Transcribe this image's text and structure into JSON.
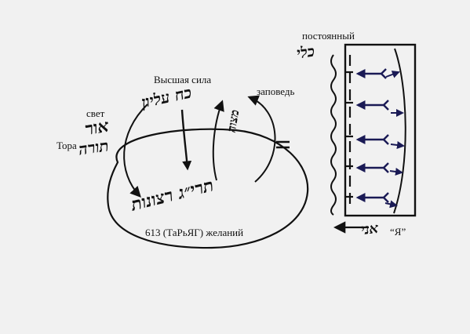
{
  "labels": {
    "postoyanny": "постоянный",
    "vysshaya_sila": "Высшая сила",
    "zapoved": "заповедь",
    "svet": "свет",
    "tora": "Тора",
    "taryag": "613 (ТаРьЯГ) желаний",
    "ya": "“Я”"
  },
  "hebrew": {
    "kli_upper": "כלי",
    "koach_elyon": "כח עליון",
    "mitzva": "מצוה",
    "or": "אור",
    "torah": "תורה",
    "taryag_retzonot": "תרי״ג רצונות",
    "ani": "אני"
  },
  "symbols": {
    "equals": "="
  },
  "colors": {
    "ink": "#111111",
    "arrow_blue": "#1a1a55",
    "background": "#f1f1f1"
  }
}
